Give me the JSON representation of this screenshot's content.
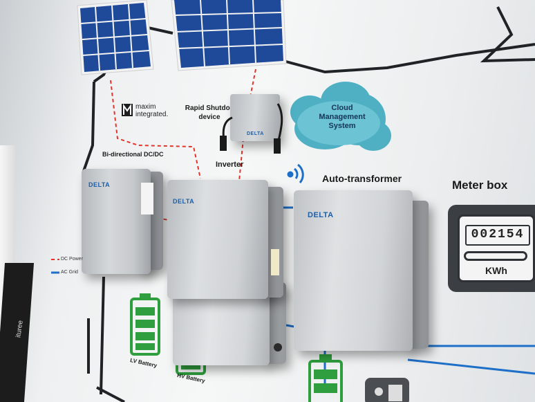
{
  "scene": {
    "brand_maxim_line1": "maxim",
    "brand_maxim_line2": "integrated.",
    "label_rapid_shutdown_line1": "Rapid Shutdov",
    "label_rapid_shutdown_line2": "device",
    "label_inverter": "Inverter",
    "label_bidirectional": "Bi-directional DC/DC",
    "label_auto_transformer": "Auto-transformer",
    "label_meter_box": "Meter box",
    "cloud_line1": "Cloud",
    "cloud_line2": "Management",
    "cloud_line3": "System",
    "meter_reading": "002154",
    "meter_unit": "KWh",
    "legend_dc": "DC Power",
    "legend_ac": "AC Grid",
    "battery_lv": "LV Battery",
    "battery_hv": "HV Battery",
    "cabinet_brand": "DELTA",
    "bag_text": "ituree"
  },
  "colors": {
    "dc_line": "#e0342c",
    "ac_line": "#1e6fc8",
    "wall_line": "#1f2326",
    "battery_green": "#2f9e3e",
    "cloud_fill": "#4fb0c4",
    "solar_blue": "#1f4a9a"
  }
}
